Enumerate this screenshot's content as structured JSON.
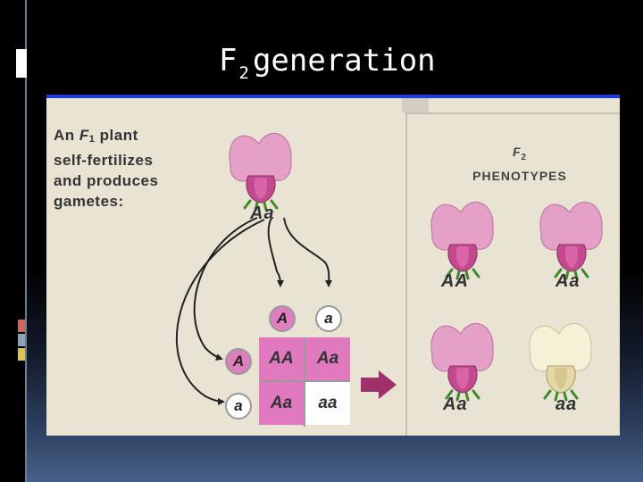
{
  "slide": {
    "title_main": "F",
    "title_sub": "2",
    "title_rest": "generation"
  },
  "figure": {
    "intro": {
      "line1_a": "An ",
      "line1_f": "F",
      "line1_sub": "1",
      "line1_b": " plant",
      "line2": "self-fertilizes",
      "line3": "and produces",
      "line4": "gametes:"
    },
    "parent_label": "Aa",
    "gametes_top": [
      "A",
      "a"
    ],
    "gametes_side": [
      "A",
      "a"
    ],
    "punnett": [
      "AA",
      "Aa",
      "Aa",
      "aa"
    ],
    "phenotypes": {
      "title_f": "F",
      "title_sub": "2",
      "title_word": "PHENOTYPES",
      "labels": [
        "AA",
        "Aa",
        "Aa",
        "aa"
      ]
    }
  },
  "colors": {
    "background": "#000000",
    "title_rule": "#1e3cd6",
    "figure_bg": "#e9e3d3",
    "flower_purple": "#e4a0c6",
    "flower_white": "#f5f1d6",
    "punnett_pink": "#e079bd",
    "arrow": "#a0306a"
  },
  "icons": [
    "purple-flower-icon",
    "white-flower-icon",
    "right-arrow-icon"
  ]
}
